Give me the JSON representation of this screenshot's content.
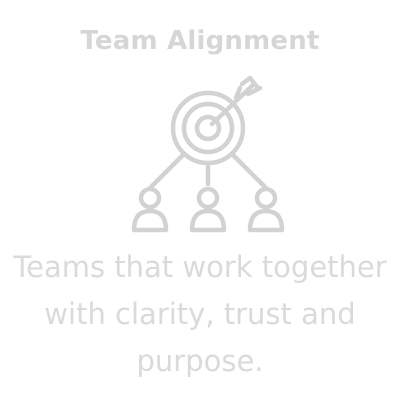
{
  "card": {
    "title": "Team Alignment",
    "icon": "target-with-arrow-and-team-icon",
    "tagline_lines": [
      "Teams that work together",
      "with clarity, trust and",
      "purpose."
    ]
  },
  "colors": {
    "background": "#ffffff",
    "text": "#dadada",
    "icon_stroke": "#d2d2d2"
  }
}
